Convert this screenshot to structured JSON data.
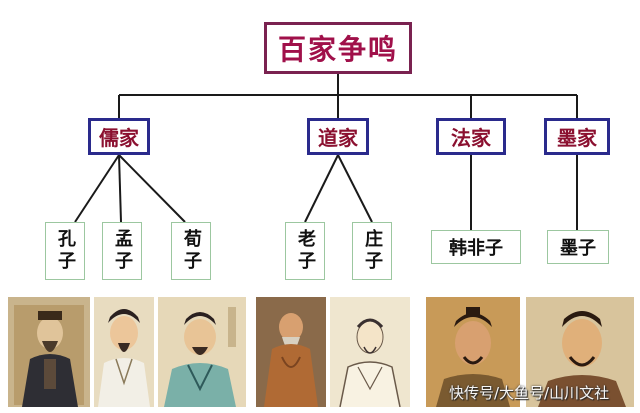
{
  "root": {
    "label": "百家争鸣"
  },
  "schools": [
    {
      "label": "儒家",
      "members": [
        "孔子",
        "孟子",
        "荀子"
      ]
    },
    {
      "label": "道家",
      "members": [
        "老子",
        "庄子"
      ]
    },
    {
      "label": "法家",
      "members": [
        "韩非子"
      ]
    },
    {
      "label": "墨家",
      "members": [
        "墨子"
      ]
    }
  ],
  "portraits": [
    {
      "name": "portrait-confucius",
      "bg": "#c9b48c"
    },
    {
      "name": "portrait-mencius",
      "bg": "#e8dcc0"
    },
    {
      "name": "portrait-xunzi",
      "bg": "#e6d8b8"
    },
    {
      "name": "portrait-laozi",
      "bg": "#8a6a4a"
    },
    {
      "name": "portrait-zhuangzi",
      "bg": "#efe6cf"
    },
    {
      "name": "portrait-hanfeizi",
      "bg": "#c89a58"
    },
    {
      "name": "portrait-mozi",
      "bg": "#d8c49c"
    }
  ],
  "watermark": {
    "text": "快传号/大鱼号/山川文社"
  },
  "colors": {
    "line": "#1a1a1a",
    "root_border": "#7a2250",
    "school_border": "#2a2a8c",
    "person_border": "#9cc7a0"
  }
}
